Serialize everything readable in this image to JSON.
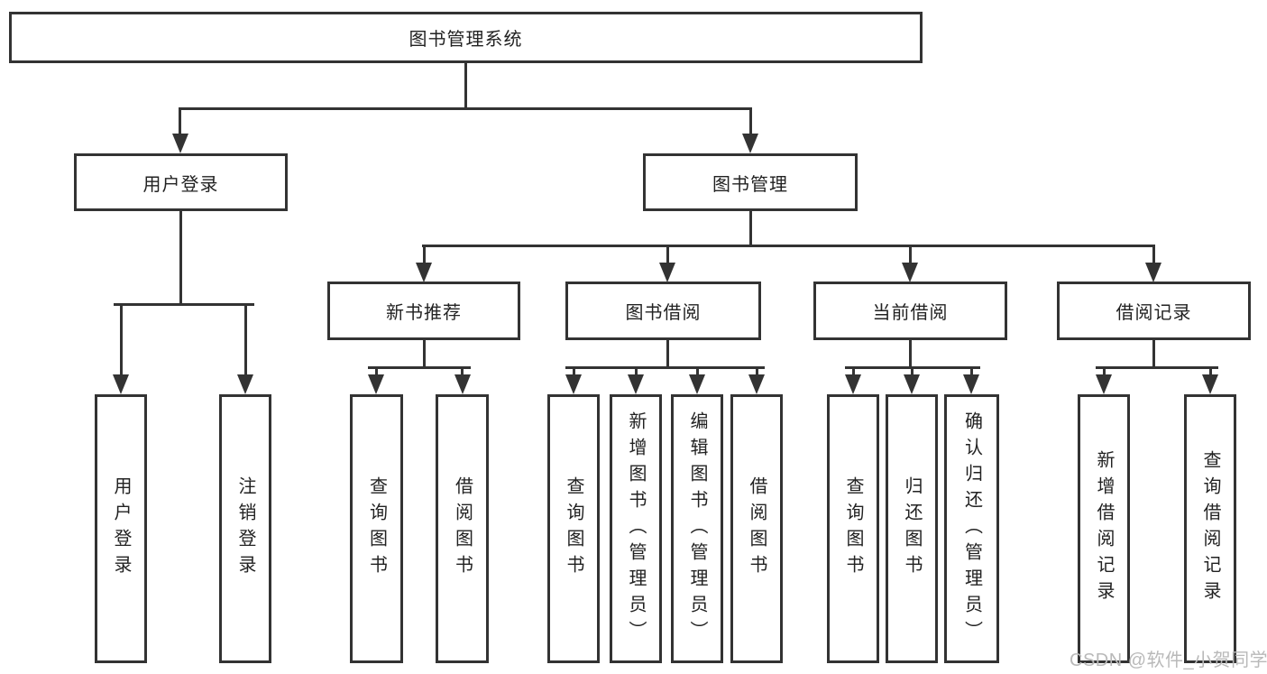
{
  "title": "图书管理系统",
  "colors": {
    "line": "#333333",
    "text": "#222222",
    "box_background": "#ffffff",
    "page_background": "#ffffff",
    "watermark": "#b9b9b9"
  },
  "watermark": {
    "text": "CSDN @软件_小贺同学"
  },
  "tree": {
    "root": {
      "label": "图书管理系统"
    },
    "branches": [
      {
        "label": "用户登录",
        "children": [
          {
            "label": "用户登录"
          },
          {
            "label": "注销登录"
          }
        ]
      },
      {
        "label": "图书管理",
        "children": [
          {
            "label": "新书推荐",
            "children": [
              {
                "label": "查询图书"
              },
              {
                "label": "借阅图书"
              }
            ]
          },
          {
            "label": "图书借阅",
            "children": [
              {
                "label": "查询图书"
              },
              {
                "label": "新增图书（管理员）"
              },
              {
                "label": "编辑图书（管理员）"
              },
              {
                "label": "借阅图书"
              }
            ]
          },
          {
            "label": "当前借阅",
            "children": [
              {
                "label": "查询图书"
              },
              {
                "label": "归还图书"
              },
              {
                "label": "确认归还（管理员）"
              }
            ]
          },
          {
            "label": "借阅记录",
            "children": [
              {
                "label": "新增借阅记录"
              },
              {
                "label": "查询借阅记录"
              }
            ]
          }
        ]
      }
    ]
  }
}
